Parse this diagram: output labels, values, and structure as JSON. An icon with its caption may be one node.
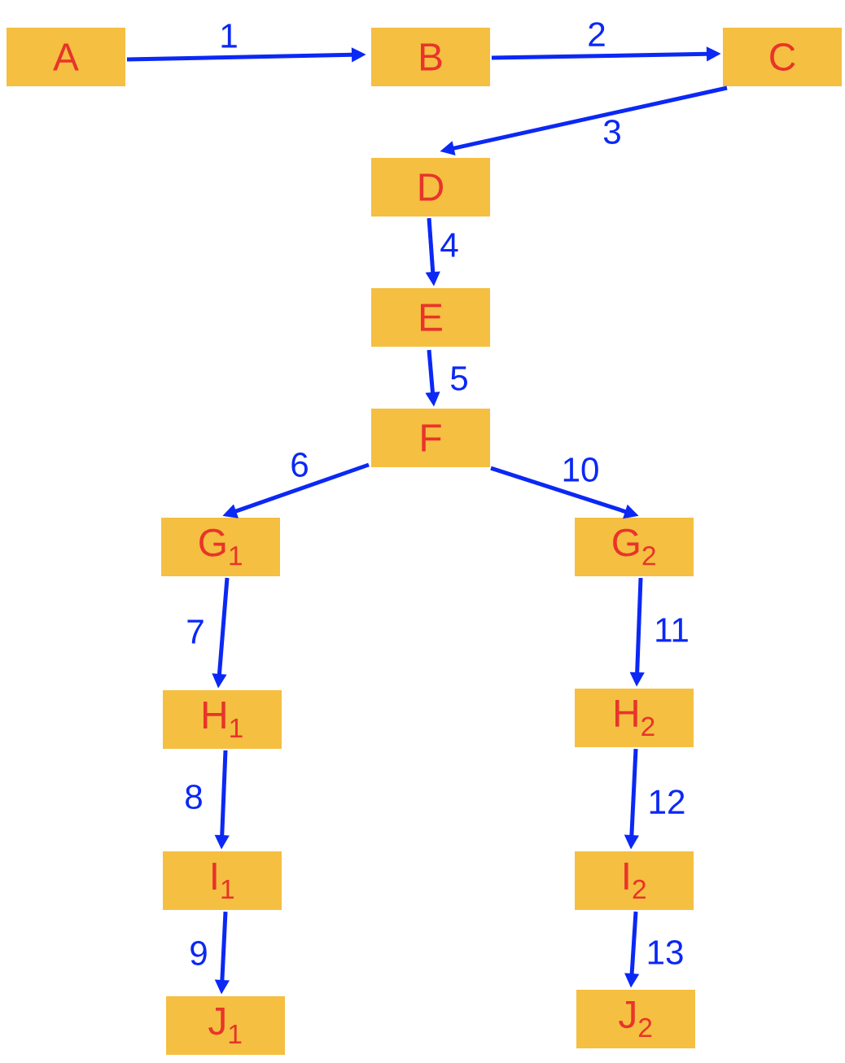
{
  "diagram": {
    "nodes": [
      {
        "text": [
          "A"
        ]
      },
      {
        "text": [
          "B"
        ]
      },
      {
        "text": [
          "C"
        ]
      },
      {
        "text": [
          "D"
        ]
      },
      {
        "text": [
          "E"
        ]
      },
      {
        "text": [
          "F"
        ]
      },
      {
        "text": [
          "G$_{1}$"
        ]
      },
      {
        "text": [
          "G$_{2}$"
        ]
      },
      {
        "text": [
          "H$_{1}$"
        ]
      },
      {
        "text": [
          "H$_{2}$"
        ]
      },
      {
        "text": [
          "I$_{1}$"
        ]
      },
      {
        "text": [
          "I$_{2}$"
        ]
      },
      {
        "text": [
          "J$_{1}$"
        ]
      },
      {
        "text": [
          "J$_{2}$"
        ]
      }
    ],
    "edges": [
      {
        "from": 0,
        "to": 1,
        "arrow": "to",
        "label": "1"
      },
      {
        "from": 1,
        "to": 2,
        "arrow": "to",
        "label": "2"
      },
      {
        "from": 2,
        "to": 3,
        "arrow": "to",
        "label": "3"
      },
      {
        "from": 3,
        "to": 4,
        "arrow": "to",
        "label": "4"
      },
      {
        "from": 4,
        "to": 5,
        "arrow": "to",
        "label": "5"
      },
      {
        "from": 5,
        "to": 6,
        "arrow": "to",
        "label": "6"
      },
      {
        "from": 6,
        "to": 8,
        "arrow": "to",
        "label": "7"
      },
      {
        "from": 8,
        "to": 10,
        "arrow": "to",
        "label": "8"
      },
      {
        "from": 10,
        "to": 12,
        "arrow": "to",
        "label": "9"
      },
      {
        "from": 5,
        "to": 7,
        "arrow": "to",
        "label": "10"
      },
      {
        "from": 7,
        "to": 9,
        "arrow": "to",
        "label": "11"
      },
      {
        "from": 9,
        "to": 11,
        "arrow": "to",
        "label": "12"
      },
      {
        "from": 11,
        "to": 13,
        "arrow": "to",
        "label": "13"
      }
    ]
  }
}
